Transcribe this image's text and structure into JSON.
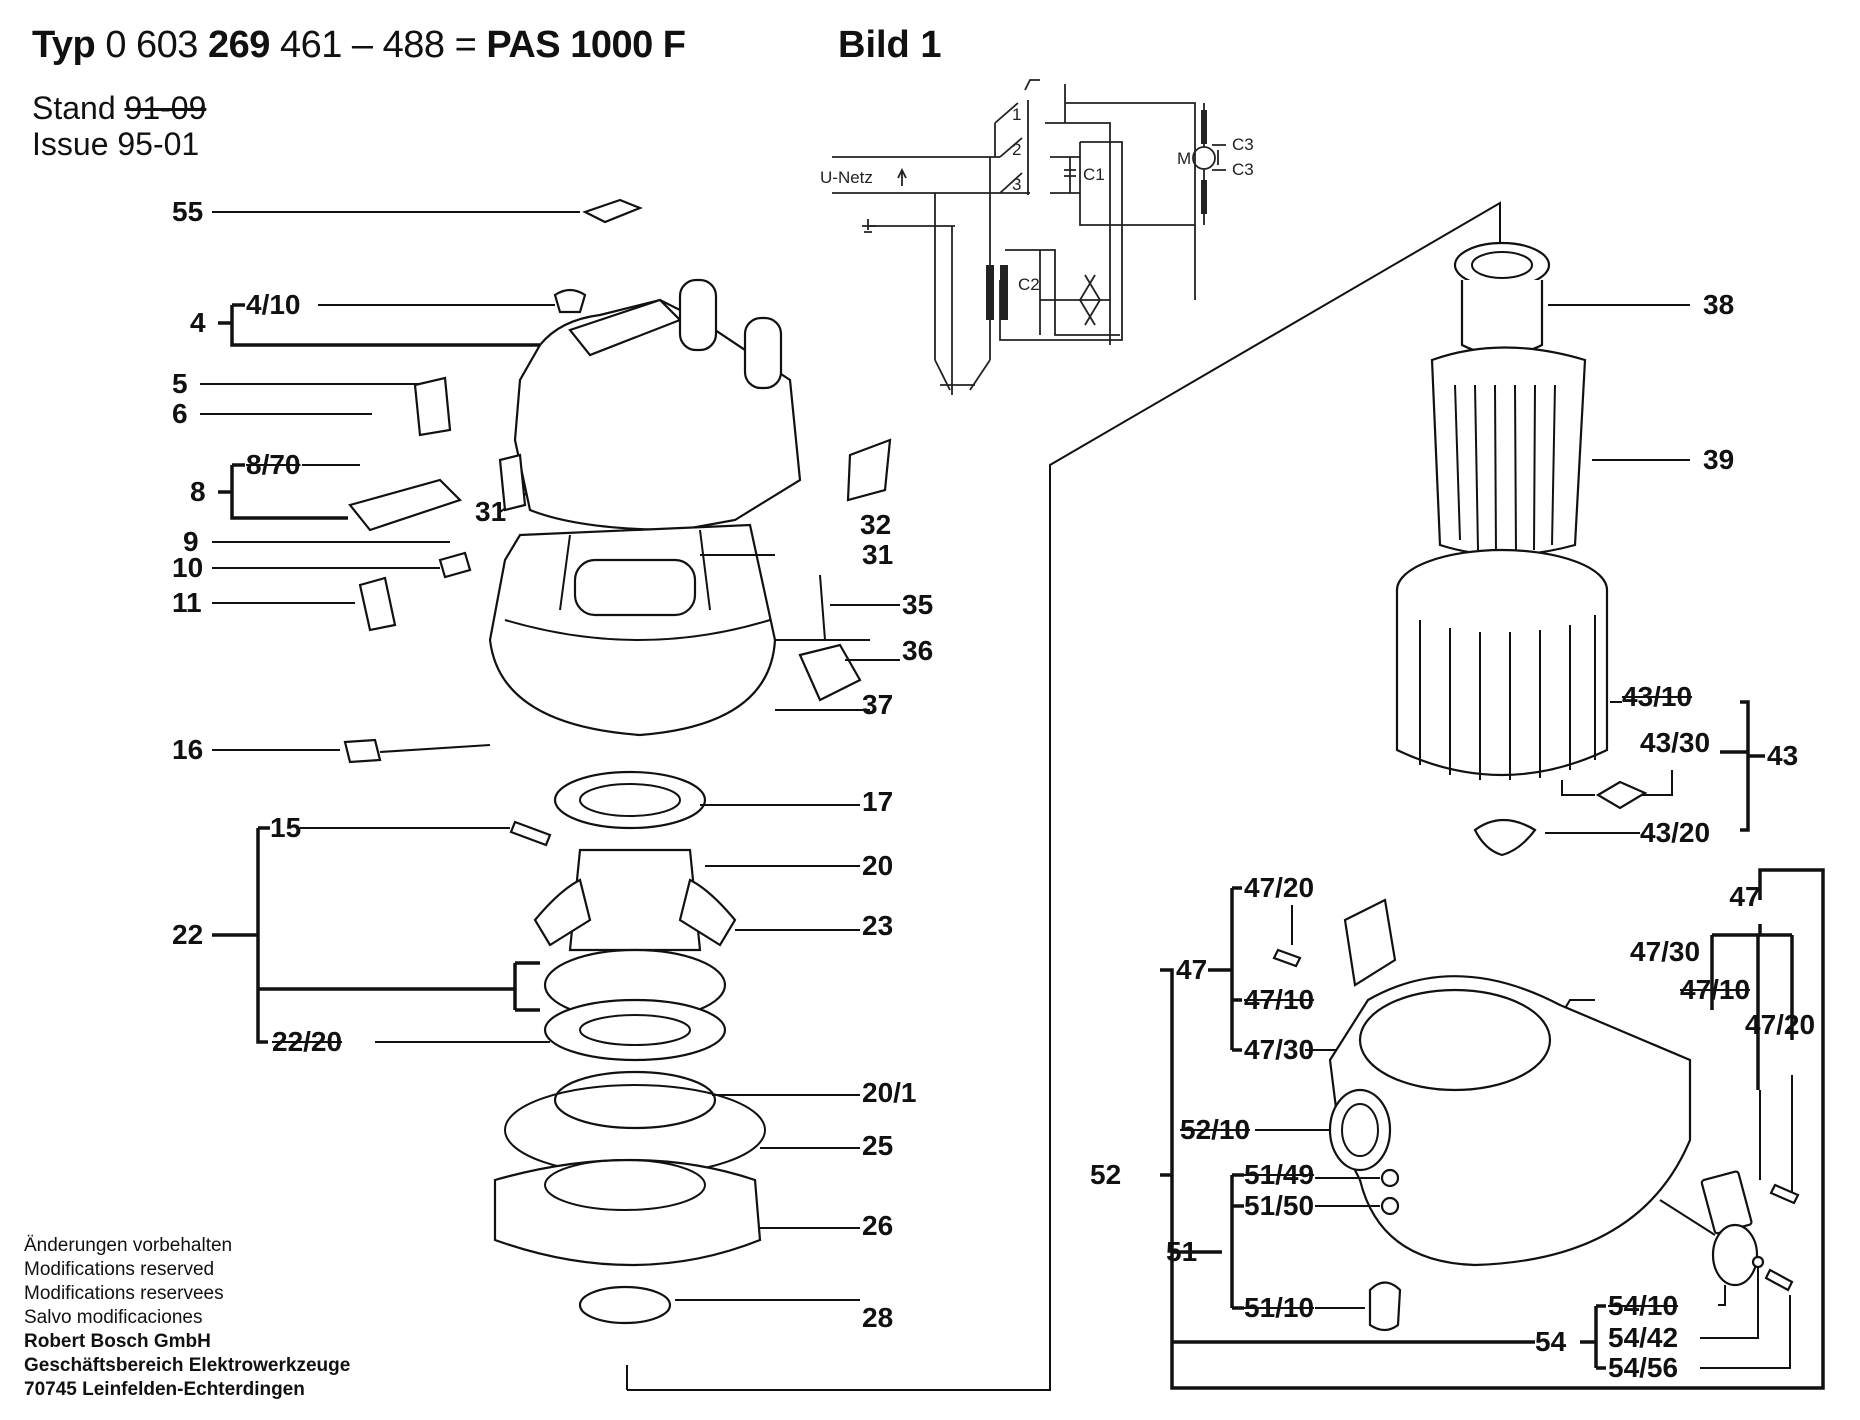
{
  "header": {
    "typ_label": "Typ",
    "typ_number_prefix": "0 603",
    "typ_number_main": "269",
    "typ_range": "461 – 488",
    "equals": "=",
    "model": "PAS 1000 F",
    "figure": "Bild 1"
  },
  "revision": {
    "stand_label": "Stand",
    "stand_value": "91-09",
    "stand_struck_out": true,
    "issue_label": "Issue",
    "issue_value": "95-01"
  },
  "schematic": {
    "supply_label": "U-Netz",
    "switch_labels": [
      "1",
      "2",
      "3"
    ],
    "capacitor_labels": [
      "C1",
      "C2",
      "C3",
      "C3"
    ],
    "motor_label": "M"
  },
  "part_labels": [
    {
      "id": "55",
      "text": "55",
      "struck": false
    },
    {
      "id": "4",
      "text": "4",
      "struck": false
    },
    {
      "id": "4-10",
      "text": "4/10",
      "struck": false
    },
    {
      "id": "5",
      "text": "5",
      "struck": false
    },
    {
      "id": "6",
      "text": "6",
      "struck": false
    },
    {
      "id": "8",
      "text": "8",
      "struck": false
    },
    {
      "id": "8-70",
      "text": "8/70",
      "struck": true
    },
    {
      "id": "9",
      "text": "9",
      "struck": false
    },
    {
      "id": "10",
      "text": "10",
      "struck": false
    },
    {
      "id": "11",
      "text": "11",
      "struck": false
    },
    {
      "id": "31a",
      "text": "31",
      "struck": false
    },
    {
      "id": "32",
      "text": "32",
      "struck": false
    },
    {
      "id": "31b",
      "text": "31",
      "struck": false
    },
    {
      "id": "35",
      "text": "35",
      "struck": false
    },
    {
      "id": "36",
      "text": "36",
      "struck": false
    },
    {
      "id": "37",
      "text": "37",
      "struck": false
    },
    {
      "id": "16",
      "text": "16",
      "struck": false
    },
    {
      "id": "17",
      "text": "17",
      "struck": false
    },
    {
      "id": "15",
      "text": "15",
      "struck": false
    },
    {
      "id": "20",
      "text": "20",
      "struck": false
    },
    {
      "id": "22",
      "text": "22",
      "struck": false
    },
    {
      "id": "23",
      "text": "23",
      "struck": false
    },
    {
      "id": "22-20",
      "text": "22/20",
      "struck": true
    },
    {
      "id": "20-1",
      "text": "20/1",
      "struck": false
    },
    {
      "id": "25",
      "text": "25",
      "struck": false
    },
    {
      "id": "26",
      "text": "26",
      "struck": false
    },
    {
      "id": "28",
      "text": "28",
      "struck": false
    },
    {
      "id": "38",
      "text": "38",
      "struck": false
    },
    {
      "id": "39",
      "text": "39",
      "struck": false
    },
    {
      "id": "43-10",
      "text": "43/10",
      "struck": true
    },
    {
      "id": "43-30",
      "text": "43/30",
      "struck": false
    },
    {
      "id": "43",
      "text": "43",
      "struck": false
    },
    {
      "id": "43-20",
      "text": "43/20",
      "struck": false
    },
    {
      "id": "47-20a",
      "text": "47/20",
      "struck": false
    },
    {
      "id": "47a",
      "text": "47",
      "struck": false
    },
    {
      "id": "47-10a",
      "text": "47/10",
      "struck": true
    },
    {
      "id": "47-30a",
      "text": "47/30",
      "struck": false
    },
    {
      "id": "47b",
      "text": "47",
      "struck": false
    },
    {
      "id": "47-30b",
      "text": "47/30",
      "struck": false
    },
    {
      "id": "47-10b",
      "text": "47/10",
      "struck": true
    },
    {
      "id": "47-20b",
      "text": "47/20",
      "struck": false
    },
    {
      "id": "52-10",
      "text": "52/10",
      "struck": true
    },
    {
      "id": "52",
      "text": "52",
      "struck": false
    },
    {
      "id": "51-49",
      "text": "51/49",
      "struck": true
    },
    {
      "id": "51-50",
      "text": "51/50",
      "struck": false
    },
    {
      "id": "51",
      "text": "51",
      "struck": false
    },
    {
      "id": "51-10",
      "text": "51/10",
      "struck": true
    },
    {
      "id": "54",
      "text": "54",
      "struck": false
    },
    {
      "id": "54-10",
      "text": "54/10",
      "struck": true
    },
    {
      "id": "54-42",
      "text": "54/42",
      "struck": false
    },
    {
      "id": "54-56",
      "text": "54/56",
      "struck": false
    }
  ],
  "footer": {
    "notice_lines": [
      "Änderungen vorbehalten",
      "Modifications reserved",
      "Modifications reservees",
      "Salvo modificaciones"
    ],
    "company_lines": [
      "Robert Bosch GmbH",
      "Geschäftsbereich Elektrowerkzeuge",
      "70745 Leinfelden-Echterdingen"
    ]
  }
}
